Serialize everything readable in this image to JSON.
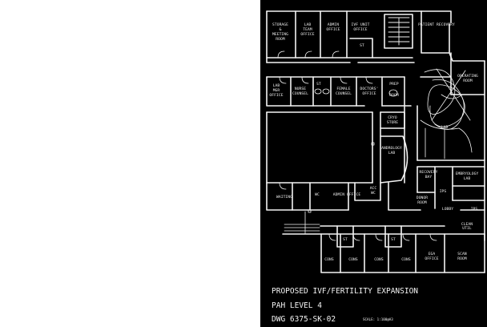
{
  "sheet": {
    "title_lines": [
      "PROPOSED IVF/FERTILITY EXPANSION",
      "PAH LEVEL 4",
      "DWG 6375-SK-02"
    ],
    "scale_note": "SCALE: 1:100@A3"
  },
  "rooms": {
    "storage_meeting": [
      "STORAGE",
      "&",
      "MEETING",
      "ROOM"
    ],
    "lab_team_office": [
      "LAB",
      "TEAM",
      "OFFICE"
    ],
    "admin_office": [
      "ADMIN",
      "OFFICE"
    ],
    "ivf_unit_office": [
      "IVF UNIT",
      "OFFICE"
    ],
    "st_top": "ST",
    "patient_recovery": "PATIENT RECOVERY",
    "lab_mgr_office": [
      "LAB",
      "MGR",
      "OFFICE"
    ],
    "nurse_counsel": [
      "NURSE",
      "COUNSEL"
    ],
    "st_mid": "ST",
    "female_counsel": [
      "FEMALE",
      "COUNSEL"
    ],
    "doctors_office": [
      "DOCTORS'",
      "OFFICE"
    ],
    "prep_room": [
      "PREP",
      "ROOM"
    ],
    "cryo_store": [
      "CRYO",
      "STORE"
    ],
    "andrology_lab": [
      "ANDROLOGY",
      "LAB"
    ],
    "lab": "LAB",
    "ward_top": [
      "OPERATING",
      "ROOM"
    ],
    "recovery_bay": [
      "RECOVERY",
      "BAY"
    ],
    "embryology_lab": [
      "EMBRYOLOGY",
      "LAB"
    ],
    "waiting": "WAITING",
    "wc": "WC",
    "admin_office_2": "ADMIN OFFICE",
    "acc_wc": [
      "ACC",
      "WC"
    ],
    "donor_room": [
      "DONOR",
      "ROOM"
    ],
    "ips": "IPS",
    "lobby": "LOBBY",
    "ips_2": "IPS",
    "clean_util": [
      "CLEAN",
      "UTIL"
    ],
    "st_low1": "ST",
    "st_low2": "ST",
    "cons1": "CONS",
    "cons2": "CONS",
    "cons3": "CONS",
    "cons4": "CONS",
    "ega_office": [
      "EGA",
      "OFFICE"
    ],
    "scan_room": [
      "SCAN",
      "ROOM"
    ]
  }
}
